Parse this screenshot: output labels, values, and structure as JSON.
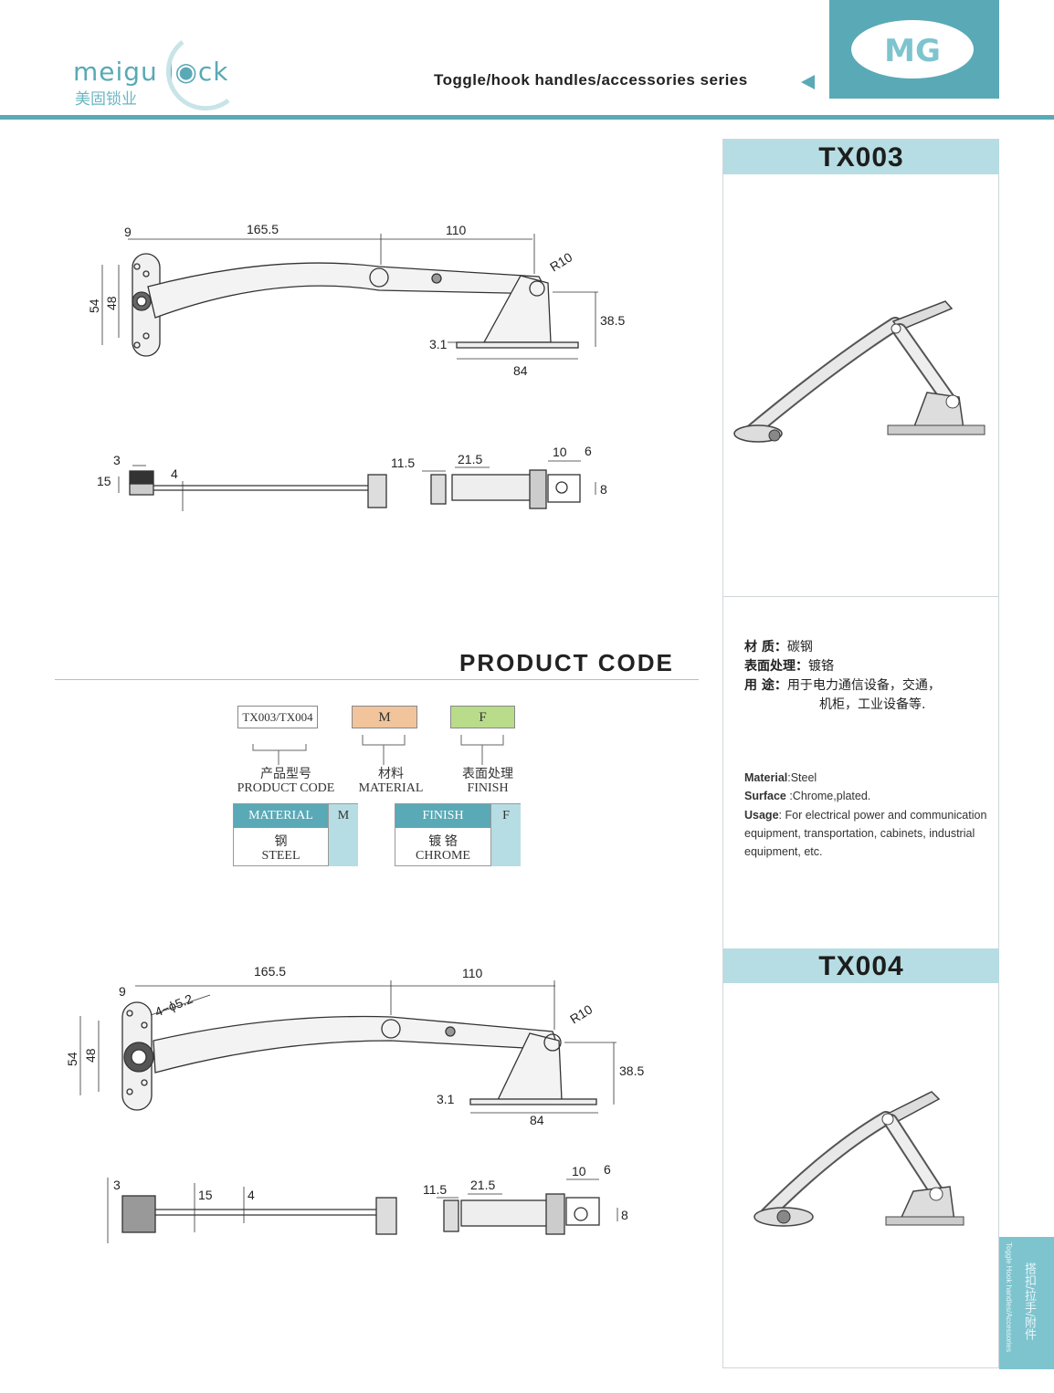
{
  "header": {
    "logo_text": "meigu l◉ck",
    "logo_sub": "美固锁业",
    "series_title": "Toggle/hook handles/accessories series",
    "brand_mark": "MG",
    "colors": {
      "accent": "#5aa9b6",
      "band": "#b6dde3",
      "material_box": "#f1c49b",
      "finish_box": "#b9dc8a"
    }
  },
  "products": {
    "first_code": "TX003",
    "second_code": "TX004"
  },
  "specs_cn": {
    "material_label": "材      质：",
    "material_value": "碳钢",
    "surface_label": "表面处理：",
    "surface_value": "镀铬",
    "usage_label": "用      途：",
    "usage_value": "用于电力通信设备，交通，",
    "usage_value2": "机柜，工业设备等."
  },
  "specs_en": {
    "material_label": "Material",
    "material_value": ":Steel",
    "surface_label": "Surface",
    "surface_value": " :Chrome,plated.",
    "usage_label": "Usage",
    "usage_value": ":  For electrical power and communication equipment, transportation, cabinets, industrial equipment, etc."
  },
  "product_code": {
    "title": "PRODUCT CODE",
    "code_box": "TX003/TX004",
    "material_box": "M",
    "finish_box": "F",
    "code_label_cn": "产品型号",
    "code_label_en": "PRODUCT CODE",
    "material_label_cn": "材料",
    "material_label_en": "MATERIAL",
    "finish_label_cn": "表面处理",
    "finish_label_en": "FINISH",
    "material_table": {
      "header": "MATERIAL",
      "header_code": "M",
      "value_cn": "钢",
      "value_en": "STEEL"
    },
    "finish_table": {
      "header": "FINISH",
      "header_code": "F",
      "value_cn": "镀 铬",
      "value_en": "CHROME"
    }
  },
  "dimensions": {
    "top_view": [
      "9",
      "165.5",
      "110",
      "R10",
      "54",
      "48",
      "38.5",
      "3.1",
      "84"
    ],
    "side_view": [
      "3",
      "15",
      "4",
      "11.5",
      "21.5",
      "10",
      "6",
      "8"
    ],
    "hole_note": "4−ϕ5.2"
  },
  "side_tab": {
    "cn": "搭扣/拉手/附件",
    "en": "Toggle Hook handles/Accessories"
  }
}
